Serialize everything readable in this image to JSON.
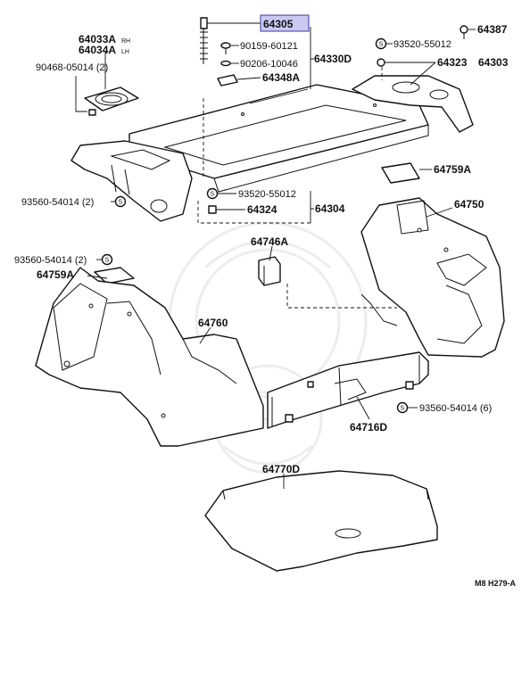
{
  "labels": {
    "p64305": "64305",
    "p64387": "64387",
    "p64033A": "64033A",
    "p64033A_sfx": "RH",
    "p64034A": "64034A",
    "p64034A_sfx": "LH",
    "p90159": "90159-60121",
    "p93520a": "93520-55012",
    "p90468": "90468-05014 (2)",
    "p64330D": "64330D",
    "p90206": "90206-10046",
    "p64323": "64323",
    "p64303": "64303",
    "p64348A": "64348A",
    "p64759A_right": "64759A",
    "p93560_left1": "93560-54014 (2)",
    "p93520b": "93520-55012",
    "p64324": "64324",
    "p64304": "64304",
    "p64750": "64750",
    "p64746A": "64746A",
    "p93560_left2": "93560-54014 (2)",
    "p64759A_left": "64759A",
    "p64760": "64760",
    "p93560_right": "93560-54014 (6)",
    "p64716D": "64716D",
    "p64770D": "64770D",
    "diagram_code": "M8 H279-A"
  },
  "highlight_color": "#c9c9f2"
}
